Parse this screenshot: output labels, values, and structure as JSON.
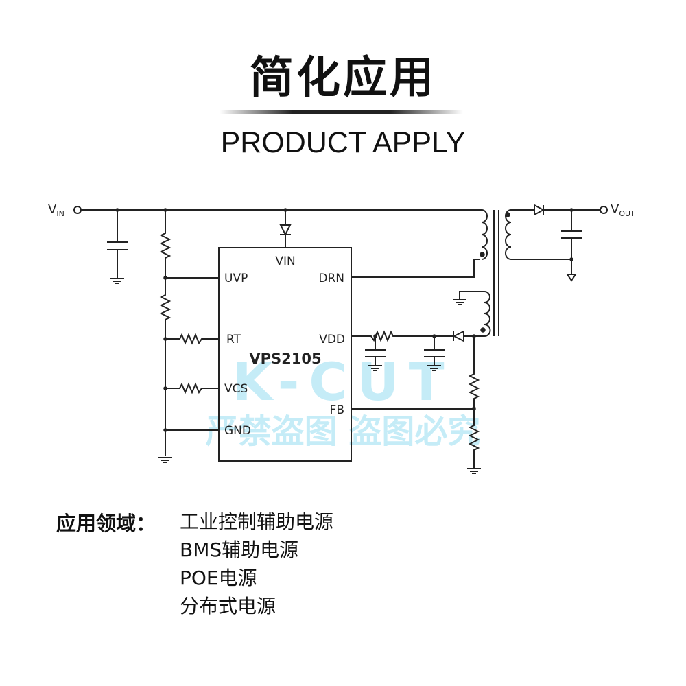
{
  "header": {
    "title": "简化应用",
    "subtitle": "PRODUCT APPLY"
  },
  "circuit": {
    "chip_name": "VPS2105",
    "pins": {
      "vin": "VIN",
      "uvp": "UVP",
      "drn": "DRN",
      "rt": "RT",
      "vdd": "VDD",
      "vcs": "VCS",
      "fb": "FB",
      "gnd": "GND"
    },
    "vin_label": "V",
    "vin_sub": "IN",
    "vout_label": "V",
    "vout_sub": "OUT",
    "watermark_line1": "K-CUT",
    "watermark_line2": "严禁盗图 盗图必究",
    "watermark_color": "#7fd6ee"
  },
  "applications": {
    "label": "应用领域：",
    "items": [
      "工业控制辅助电源",
      "BMS辅助电源",
      "POE电源",
      "分布式电源"
    ]
  }
}
